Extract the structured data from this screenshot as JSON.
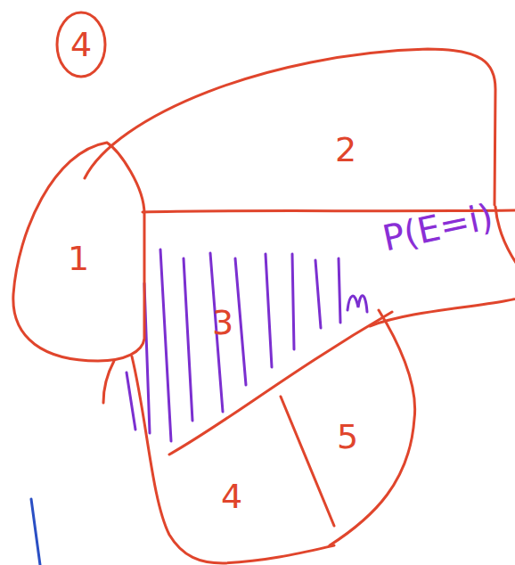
{
  "diagram": {
    "nodes": [
      {
        "text": [
          "4"
        ]
      },
      {
        "text": [
          "2"
        ]
      },
      {
        "text": [
          "1"
        ]
      },
      {
        "text": [
          "3"
        ]
      },
      {
        "text": [
          "5"
        ]
      },
      {
        "text": [
          "4"
        ]
      }
    ],
    "labels": [
      "P(E=i)"
    ]
  }
}
